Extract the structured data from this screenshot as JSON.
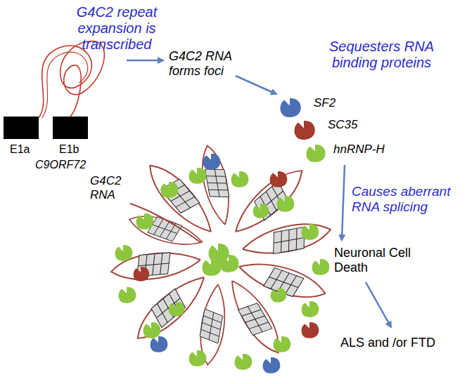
{
  "diagram": {
    "labels": [
      "G4C2 repeat expansion is transcribed",
      "E1a",
      "E1b",
      "C9ORF72",
      "G4C2 RNA forms foci",
      "Sequesters RNA binding proteins",
      "SF2",
      "SC35",
      "hnRNP-H",
      "Causes aberrant RNA splicing",
      "G4C2 RNA",
      "Neuronal Cell Death",
      "ALS and /or FTD"
    ]
  }
}
